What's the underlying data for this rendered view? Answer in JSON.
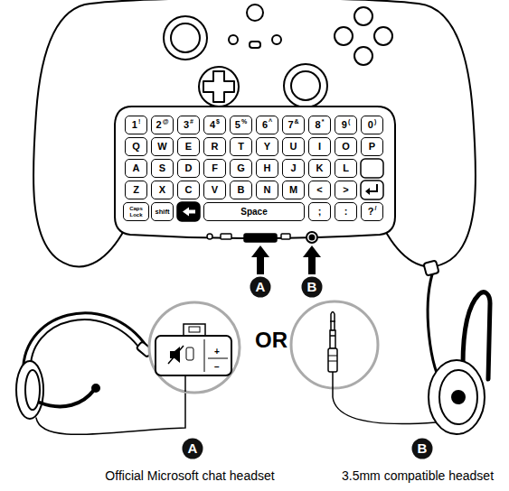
{
  "diagram": {
    "nodes": [
      {
        "text": [
          "1",
          "!"
        ]
      },
      {
        "text": [
          "2",
          "@"
        ]
      },
      {
        "text": [
          "3",
          "#"
        ]
      },
      {
        "text": [
          "4",
          "$"
        ]
      },
      {
        "text": [
          "5",
          "%"
        ]
      },
      {
        "text": [
          "6",
          "^"
        ]
      },
      {
        "text": [
          "7",
          "&"
        ]
      },
      {
        "text": [
          "8",
          "*"
        ]
      },
      {
        "text": [
          "9",
          "("
        ]
      },
      {
        "text": [
          "0",
          ")"
        ]
      },
      {
        "text": [
          "Q"
        ]
      },
      {
        "text": [
          "W"
        ]
      },
      {
        "text": [
          "E"
        ]
      },
      {
        "text": [
          "R"
        ]
      },
      {
        "text": [
          "T"
        ]
      },
      {
        "text": [
          "Y"
        ]
      },
      {
        "text": [
          "U"
        ]
      },
      {
        "text": [
          "I"
        ]
      },
      {
        "text": [
          "O"
        ]
      },
      {
        "text": [
          "P"
        ]
      },
      {
        "text": [
          "A"
        ]
      },
      {
        "text": [
          "S"
        ]
      },
      {
        "text": [
          "D"
        ]
      },
      {
        "text": [
          "F"
        ]
      },
      {
        "text": [
          "G"
        ]
      },
      {
        "text": [
          "H"
        ]
      },
      {
        "text": [
          "J"
        ]
      },
      {
        "text": [
          "K"
        ]
      },
      {
        "text": [
          "L"
        ]
      },
      {
        "text": [
          "Z"
        ]
      },
      {
        "text": [
          "X"
        ]
      },
      {
        "text": [
          "C"
        ]
      },
      {
        "text": [
          "V"
        ]
      },
      {
        "text": [
          "B"
        ]
      },
      {
        "text": [
          "N"
        ]
      },
      {
        "text": [
          "M"
        ]
      },
      {
        "text": [
          "<"
        ]
      },
      {
        "text": [
          ">"
        ]
      },
      {
        "text": [
          "Caps Lock"
        ]
      },
      {
        "text": [
          "shift"
        ]
      },
      {
        "text": [
          "Space"
        ]
      },
      {
        "text": [
          ";"
        ]
      },
      {
        "text": [
          ":"
        ]
      },
      {
        "text": [
          "?",
          "/"
        ]
      },
      {
        "text": [
          "A"
        ]
      },
      {
        "text": [
          "B"
        ]
      },
      {
        "text": [
          "A"
        ]
      },
      {
        "text": [
          "B"
        ]
      }
    ],
    "labels": [
      "OR",
      "+",
      "−",
      "Official Microsoft chat headset",
      "3.5mm compatible headset"
    ]
  }
}
